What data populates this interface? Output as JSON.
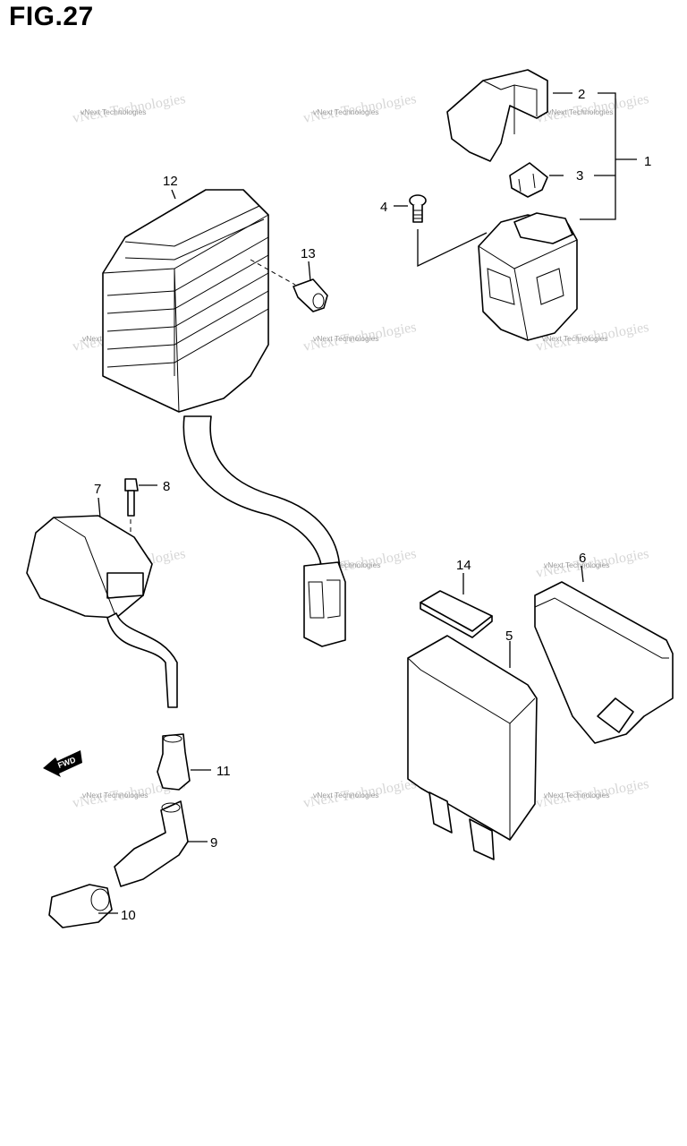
{
  "figure_title": "FIG.27",
  "watermark_text": "vNext Technologies",
  "callouts": [
    "1",
    "2",
    "3",
    "4",
    "5",
    "6",
    "7",
    "8",
    "9",
    "10",
    "11",
    "12",
    "13",
    "14"
  ],
  "fwd_label": "FWD"
}
